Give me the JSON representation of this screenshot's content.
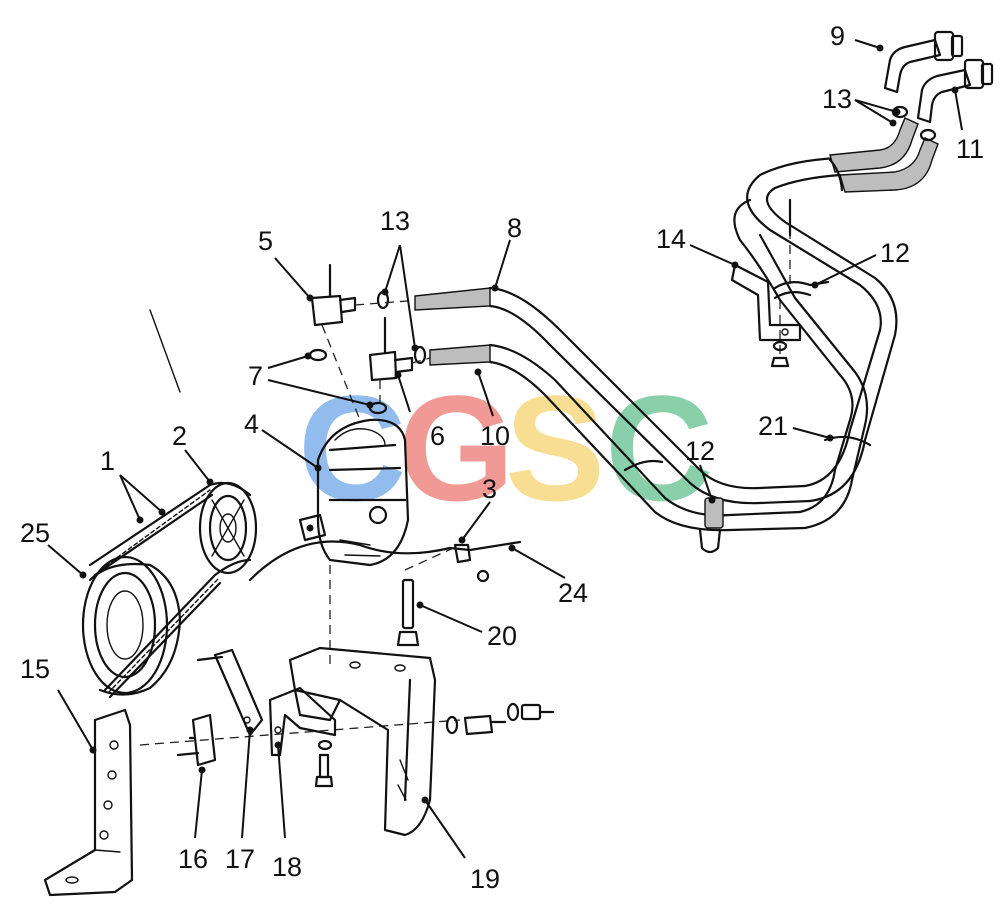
{
  "diagram": {
    "callouts": [
      {
        "id": "c1",
        "text": "1"
      },
      {
        "id": "c2",
        "text": "2"
      },
      {
        "id": "c3",
        "text": "3"
      },
      {
        "id": "c4",
        "text": "4"
      },
      {
        "id": "c5",
        "text": "5"
      },
      {
        "id": "c6",
        "text": "6"
      },
      {
        "id": "c7",
        "text": "7"
      },
      {
        "id": "c8",
        "text": "8"
      },
      {
        "id": "c9",
        "text": "9"
      },
      {
        "id": "c10",
        "text": "10"
      },
      {
        "id": "c11",
        "text": "11"
      },
      {
        "id": "c12a",
        "text": "12"
      },
      {
        "id": "c12b",
        "text": "12"
      },
      {
        "id": "c13a",
        "text": "13"
      },
      {
        "id": "c13b",
        "text": "13"
      },
      {
        "id": "c14",
        "text": "14"
      },
      {
        "id": "c15",
        "text": "15"
      },
      {
        "id": "c16",
        "text": "16"
      },
      {
        "id": "c17",
        "text": "17"
      },
      {
        "id": "c18",
        "text": "18"
      },
      {
        "id": "c19",
        "text": "19"
      },
      {
        "id": "c20",
        "text": "20"
      },
      {
        "id": "c21",
        "text": "21"
      },
      {
        "id": "c24",
        "text": "24"
      },
      {
        "id": "c25",
        "text": "25"
      }
    ]
  },
  "watermark": {
    "letters": [
      "C",
      "G",
      "S",
      "C"
    ],
    "colors": [
      "#4a90e2",
      "#e8584f",
      "#f2c94c",
      "#3bb273"
    ]
  }
}
